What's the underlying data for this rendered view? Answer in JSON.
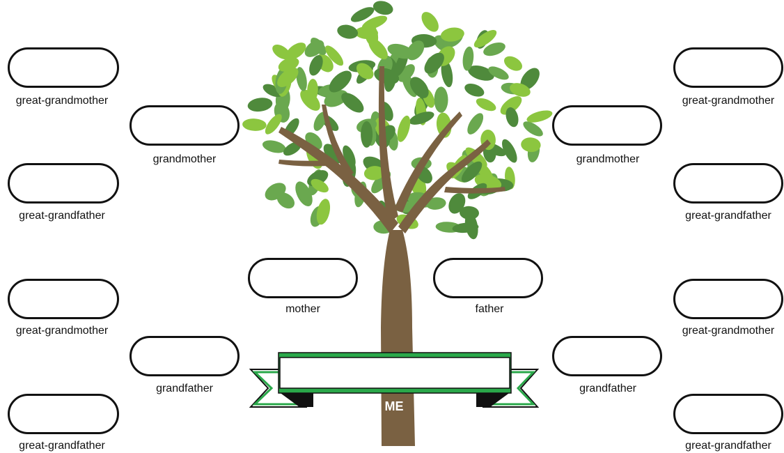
{
  "labels": {
    "ggm_left_1": "great-grandmother",
    "ggf_left_1": "great-grandfather",
    "ggm_left_2": "great-grandmother",
    "ggf_left_2": "great-grandfather",
    "gm_left": "grandmother",
    "gf_left": "grandfather",
    "mother": "mother",
    "father": "father",
    "gm_right": "grandmother",
    "gf_right": "grandfather",
    "ggm_right_1": "great-grandmother",
    "ggf_right_1": "great-grandfather",
    "ggm_right_2": "great-grandmother",
    "ggf_right_2": "great-grandfather",
    "me": "ME"
  },
  "colors": {
    "trunk": "#7a6142",
    "leaf_dark": "#4f8a3c",
    "leaf_mid": "#6aa84f",
    "leaf_light": "#8cc63f",
    "banner_green": "#2aa84a",
    "outline": "#111111"
  }
}
